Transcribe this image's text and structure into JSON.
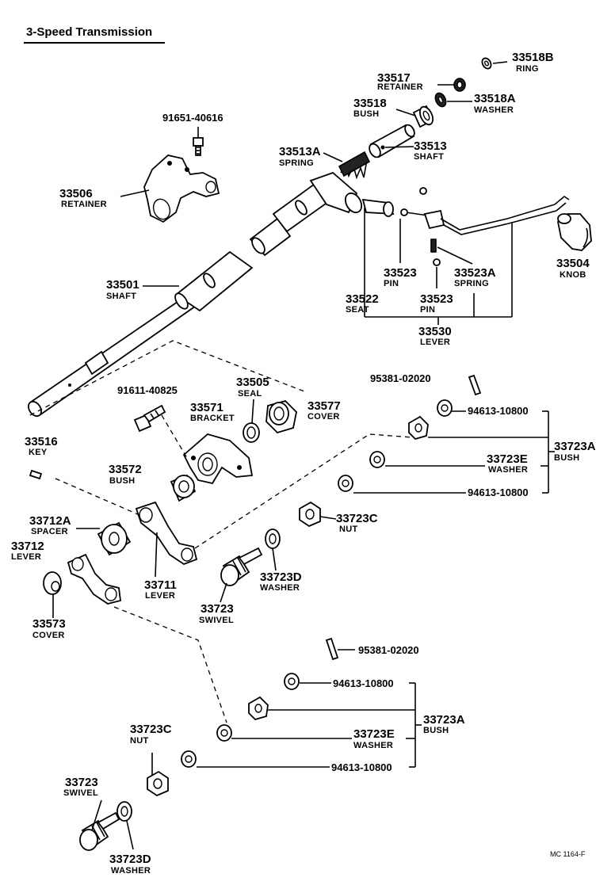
{
  "title": "3-Speed Transmission",
  "footer_code": "MC 1164-F",
  "parts": {
    "p33518B": {
      "number": "33518B",
      "name": "RING"
    },
    "p33517": {
      "number": "33517",
      "name": "RETAINER"
    },
    "p33518": {
      "number": "33518",
      "name": "BUSH"
    },
    "p33518A": {
      "number": "33518A",
      "name": "WASHER"
    },
    "p91651": {
      "number": "91651-40616"
    },
    "p33513A": {
      "number": "33513A",
      "name": "SPRING"
    },
    "p33513": {
      "number": "33513",
      "name": "SHAFT"
    },
    "p33506": {
      "number": "33506",
      "name": "RETAINER"
    },
    "p33504": {
      "number": "33504",
      "name": "KNOB"
    },
    "p33523a": {
      "number": "33523",
      "name": "PIN"
    },
    "p33523A": {
      "number": "33523A",
      "name": "SPRING"
    },
    "p33501": {
      "number": "33501",
      "name": "SHAFT"
    },
    "p33522": {
      "number": "33522",
      "name": "SEAT"
    },
    "p33523b": {
      "number": "33523",
      "name": "PIN"
    },
    "p33530": {
      "number": "33530",
      "name": "LEVER"
    },
    "p95381a": {
      "number": "95381-02020"
    },
    "p91611": {
      "number": "91611-40825"
    },
    "p33505": {
      "number": "33505",
      "name": "SEAL"
    },
    "p33577": {
      "number": "33577",
      "name": "COVER"
    },
    "p33571": {
      "number": "33571",
      "name": "BRACKET"
    },
    "p94613a": {
      "number": "94613-10800"
    },
    "p33723Aa": {
      "number": "33723A",
      "name": "BUSH"
    },
    "p33516": {
      "number": "33516",
      "name": "KEY"
    },
    "p33572": {
      "number": "33572",
      "name": "BUSH"
    },
    "p33723Ea": {
      "number": "33723E",
      "name": "WASHER"
    },
    "p94613b": {
      "number": "94613-10800"
    },
    "p33712A": {
      "number": "33712A",
      "name": "SPACER"
    },
    "p33723Ca": {
      "number": "33723C",
      "name": "NUT"
    },
    "p33712": {
      "number": "33712",
      "name": "LEVER"
    },
    "p33723Da": {
      "number": "33723D",
      "name": "WASHER"
    },
    "p33711": {
      "number": "33711",
      "name": "LEVER"
    },
    "p33573": {
      "number": "33573",
      "name": "COVER"
    },
    "p33723a": {
      "number": "33723",
      "name": "SWIVEL"
    },
    "p95381b": {
      "number": "95381-02020"
    },
    "p94613c": {
      "number": "94613-10800"
    },
    "p33723Ab": {
      "number": "33723A",
      "name": "BUSH"
    },
    "p33723Cb": {
      "number": "33723C",
      "name": "NUT"
    },
    "p33723Eb": {
      "number": "33723E",
      "name": "WASHER"
    },
    "p94613d": {
      "number": "94613-10800"
    },
    "p33723b": {
      "number": "33723",
      "name": "SWIVEL"
    },
    "p33723Db": {
      "number": "33723D",
      "name": "WASHER"
    }
  }
}
